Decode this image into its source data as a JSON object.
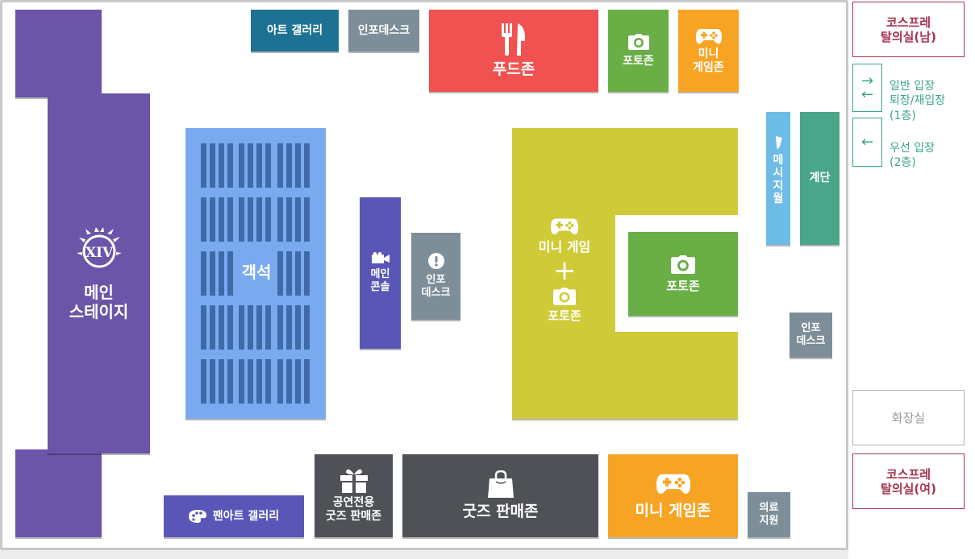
{
  "colors": {
    "stage": "#6a55a8",
    "seating": "#79aaf0",
    "food": "#ef5250",
    "photo": "#6aae46",
    "game": "#f7a425",
    "info": "#7d8e98",
    "art": "#1d7192",
    "yellow": "#cfcb38",
    "goods": "#4e5156",
    "message": "#6cbce6",
    "stairs": "#4aa68a",
    "accent": "#a7334f",
    "entry": "#3aa58a"
  },
  "zones": {
    "art_gallery": "아트 갤러리",
    "info_top": "인포데스크",
    "food": "푸드존",
    "photo_top": "포토존",
    "minigame_top": "미니\n게임존",
    "main_stage": "메인\n스테이지",
    "seating": "객석",
    "main_console": "메인\n콘솔",
    "info_mid": "인포\n데스크",
    "yellow_game": "미니 게임",
    "yellow_plus": "+",
    "yellow_photo": "포토존",
    "photo_inner": "포토존",
    "message_wall": "메\n시\n지\n월",
    "stairs": "계단",
    "info_right": "인포\n데스크",
    "fanart": "팬아트 갤러리",
    "goods_exclusive": "공연전용\n굿즈 판매존",
    "goods": "굿즈 판매존",
    "minigame_bottom": "미니 게임존",
    "medical": "의료\n지원"
  },
  "side": {
    "cosplay_m": "코스프레\n탈의실(남)",
    "entry1": "일반 입장\n퇴장/재입장\n(1층)",
    "entry2": "우선 입장\n(2층)",
    "restroom": "화장실",
    "cosplay_f": "코스프레\n탈의실(여)"
  },
  "icons": {
    "food": "fork-knife-icon",
    "photo": "camera-icon",
    "game": "gamepad-icon",
    "console": "video-camera-icon",
    "info": "exclamation-icon",
    "message": "pencil-icon",
    "fanart": "palette-icon",
    "gift": "gift-icon",
    "bag": "shopping-bag-icon",
    "stage_logo": "ffxiv-emblem-icon",
    "arrow_right": "→",
    "arrow_left": "←"
  }
}
